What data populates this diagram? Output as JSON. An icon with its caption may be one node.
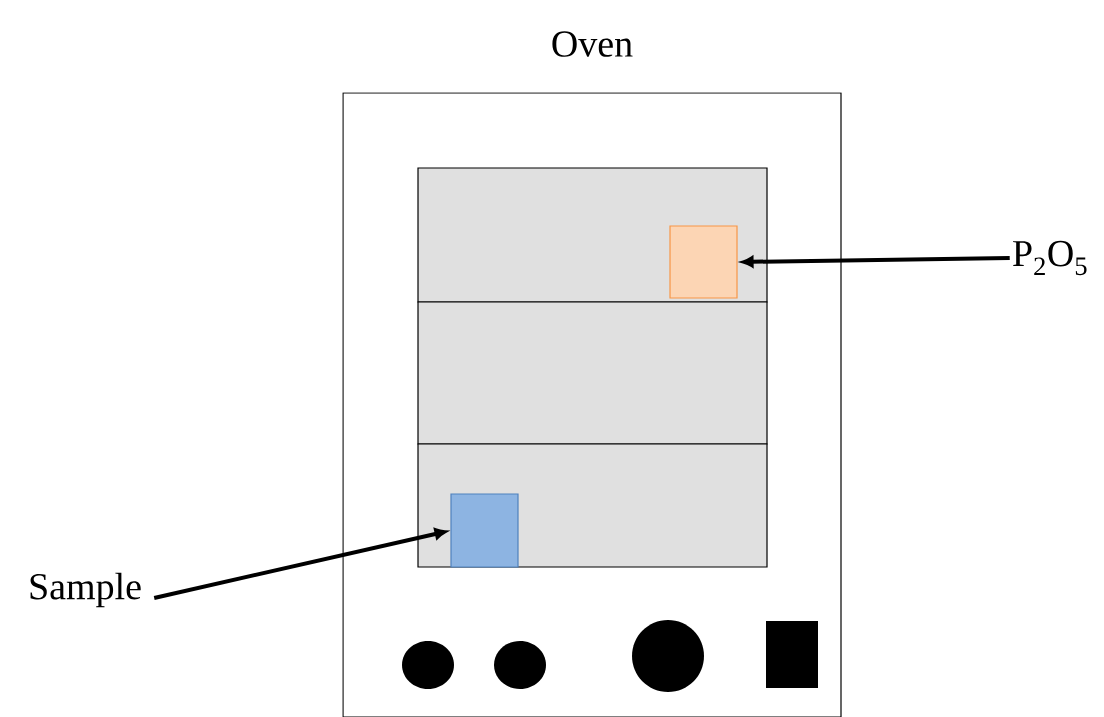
{
  "diagram": {
    "nodes": [
      {
        "text": [
          "Oven"
        ]
      },
      {
        "text": [],
        "shape": "box",
        "in": 0
      },
      {
        "text": [],
        "shape": "box",
        "in": 0
      },
      {
        "text": [],
        "shape": "box",
        "in": 0
      },
      {
        "text": [],
        "shape": "box",
        "in": 1
      },
      {
        "text": [],
        "shape": "box",
        "in": 3
      },
      {
        "text": [
          "P$_{2}$O$_{5}$"
        ]
      },
      {
        "text": [
          "Sample"
        ]
      }
    ],
    "edges": [
      {
        "from": 6,
        "to": 4,
        "arrow": "to"
      },
      {
        "from": 7,
        "to": 5,
        "arrow": "to"
      }
    ]
  }
}
